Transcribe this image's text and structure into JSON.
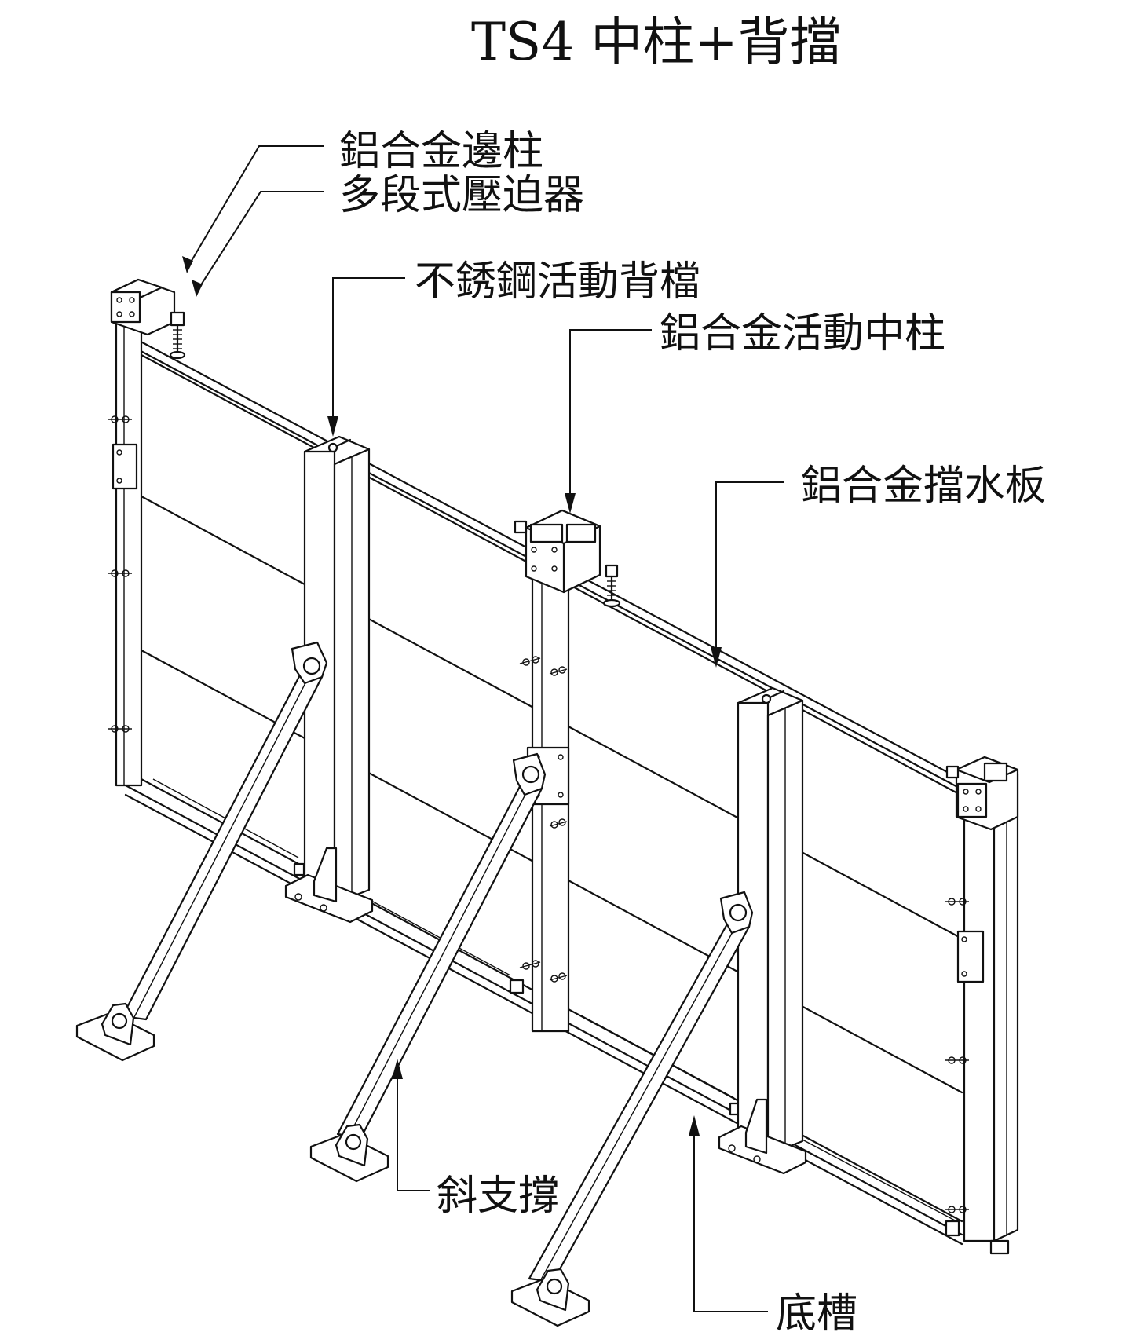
{
  "title": "TS4 中柱+背擋",
  "labels": {
    "aluminum_end_post": "鋁合金邊柱",
    "multi_stage_compressor": "多段式壓迫器",
    "stainless_back_support": "不銹鋼活動背檔",
    "aluminum_center_post": "鋁合金活動中柱",
    "aluminum_flood_panel": "鋁合金擋水板",
    "diagonal_brace": "斜支撐",
    "bottom_channel": "底槽"
  }
}
